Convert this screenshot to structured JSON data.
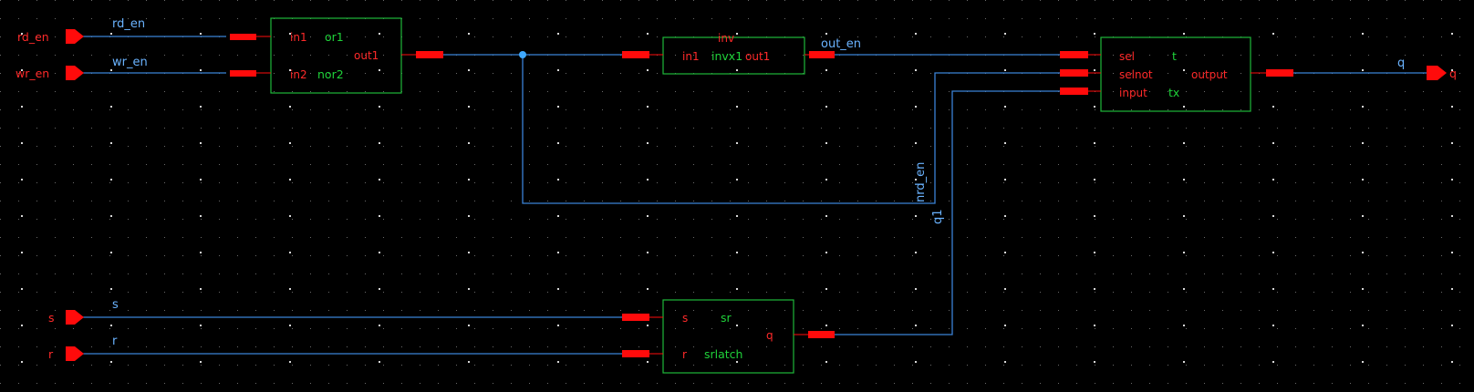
{
  "ports": {
    "rd_en": "rd_en",
    "wr_en": "wr_en",
    "s": "s",
    "r": "r",
    "q": "q"
  },
  "nets": {
    "rd_en": "rd_en",
    "wr_en": "wr_en",
    "s": "s",
    "r": "r",
    "out_en": "out_en",
    "nrd_en": "nrd_en",
    "q1": "q1",
    "q": "q"
  },
  "instances": {
    "nor": {
      "pin_in1": "in1",
      "pin_in2": "in2",
      "pin_out": "out1",
      "inst_name": "or1",
      "cell_name": "nor2"
    },
    "inv": {
      "header": "inv",
      "pin_in": "in1",
      "pin_out": "out1",
      "cell_name": "invx1"
    },
    "tx": {
      "pin_sel": "sel",
      "pin_selnot": "selnot",
      "pin_input": "input",
      "pin_output": "output",
      "inst_name": "t",
      "cell_name": "tx"
    },
    "sr": {
      "pin_s": "s",
      "pin_r": "r",
      "pin_q": "q",
      "inst_name": "sr",
      "cell_name": "srlatch"
    }
  },
  "colors": {
    "background": "#000000",
    "wire": "#3b82d6",
    "symbol": "#1fb83a",
    "pin": "#ff0b0b"
  }
}
